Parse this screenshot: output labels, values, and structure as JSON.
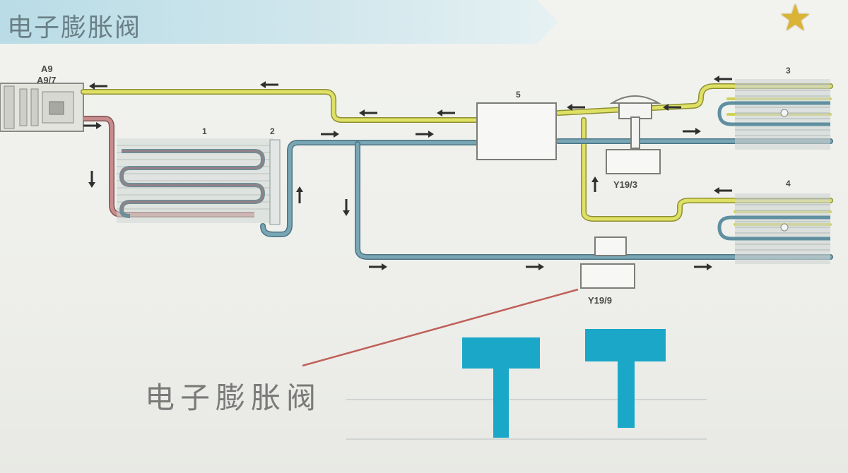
{
  "header": {
    "title": "电子膨胀阀",
    "star_icon": "star-icon"
  },
  "diagram": {
    "labels": {
      "a9": "A9",
      "a9_7": "A9/7",
      "n1": "1",
      "n2": "2",
      "n3": "3",
      "n4": "4",
      "n5": "5",
      "y19_3": "Y19/3",
      "y19_9": "Y19/9"
    }
  },
  "callout": {
    "text": "电子膨胀阀"
  },
  "colors": {
    "yellow_line": "#d9dc5a",
    "blue_line": "#5f8fa0",
    "red_line": "#b97a7a",
    "arrow": "#3a3a3a",
    "callout_line": "#c0605a",
    "t_symbol": "#1aa7c8"
  }
}
